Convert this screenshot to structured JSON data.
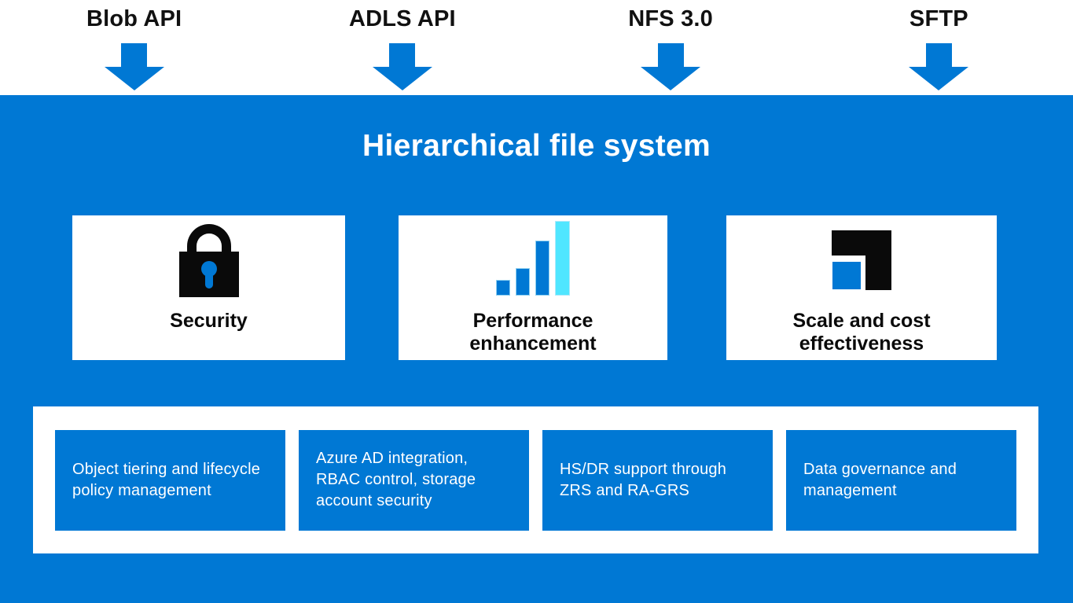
{
  "header": {
    "apis": [
      {
        "label": "Blob API",
        "icon": "down-arrow-icon"
      },
      {
        "label": "ADLS API",
        "icon": "down-arrow-icon"
      },
      {
        "label": "NFS 3.0",
        "icon": "down-arrow-icon"
      },
      {
        "label": "SFTP",
        "icon": "down-arrow-icon"
      }
    ]
  },
  "panel": {
    "title": "Hierarchical file system",
    "features": [
      {
        "label": "Security",
        "icon": "lock-icon"
      },
      {
        "label": "Performance enhancement",
        "icon": "bar-chart-icon"
      },
      {
        "label": "Scale and cost effectiveness",
        "icon": "scale-squares-icon"
      }
    ],
    "capabilities": [
      "Object tiering and lifecycle policy management",
      "Azure AD integration, RBAC control, storage account security",
      "HS/DR support through ZRS and RA-GRS",
      "Data governance and management"
    ]
  },
  "colors": {
    "azure_blue": "#0078D4",
    "light_cyan": "#50E6FF",
    "icon_black": "#0A0A0A",
    "text_black": "#111111",
    "white": "#FFFFFF"
  }
}
